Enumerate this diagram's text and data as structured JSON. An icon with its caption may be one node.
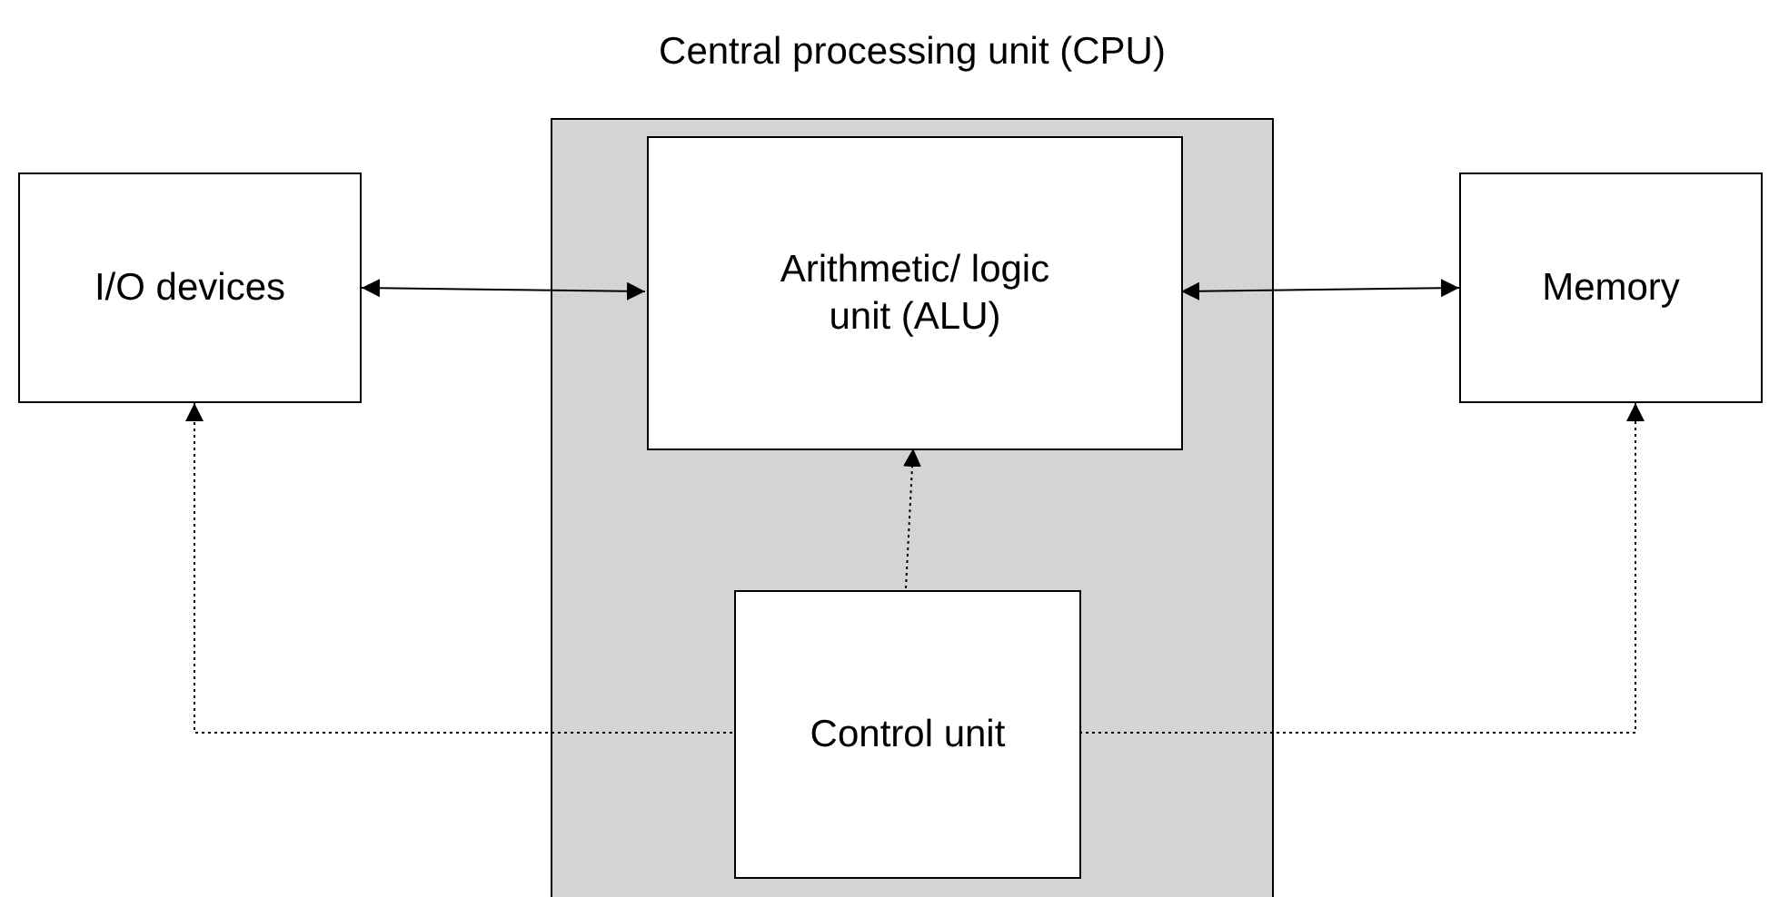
{
  "diagram": {
    "nodes": [
      {
        "text": [
          "Central processing unit (CPU)"
        ]
      },
      {
        "text": [
          "I/O devices"
        ]
      },
      {
        "text": [
          "Arithmetic/ logic unit (ALU)"
        ],
        "in": 0
      },
      {
        "text": [
          "Memory"
        ]
      },
      {
        "text": [
          "Control unit"
        ],
        "in": 0
      }
    ],
    "edges": [
      {
        "from": 1,
        "to": 2,
        "arrow": "both"
      },
      {
        "from": 2,
        "to": 3,
        "arrow": "both"
      },
      {
        "from": 4,
        "to": 2,
        "arrow": "to",
        "style": "dashed"
      },
      {
        "from": 4,
        "to": 1,
        "arrow": "to",
        "style": "dashed"
      },
      {
        "from": 4,
        "to": 3,
        "arrow": "to",
        "style": "dashed"
      }
    ]
  }
}
